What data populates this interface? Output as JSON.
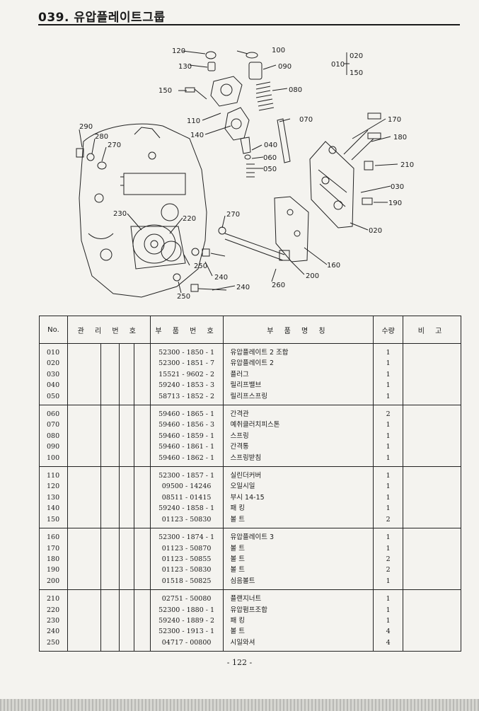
{
  "page": {
    "title": "039. 유압플레이트그룹",
    "page_number": "- 122 -"
  },
  "diagram_labels": {
    "l120": "120",
    "l130": "130",
    "l100": "100",
    "l090": "090",
    "l020a": "020",
    "l010": "010",
    "l150a": "150",
    "l150": "150",
    "l080": "080",
    "l110": "110",
    "l140": "140",
    "l070": "070",
    "l170": "170",
    "l180": "180",
    "l290": "290",
    "l280": "280",
    "l270a": "270",
    "l040": "040",
    "l060": "060",
    "l050": "050",
    "l210": "210",
    "l030": "030",
    "l190": "190",
    "l230": "230",
    "l270b": "270",
    "l220": "220",
    "l020b": "020",
    "l160": "160",
    "l250a": "250",
    "l240a": "240",
    "l200": "200",
    "l260": "260",
    "l240b": "240",
    "l250b": "250"
  },
  "table": {
    "headers": {
      "no": "No.",
      "mgmt": "관 리 번 호",
      "part_no": "부 품 번 호",
      "part_name": "부 품 명 칭",
      "qty": "수량",
      "remark": "비 고"
    },
    "groups": [
      [
        {
          "no": "010",
          "part_no": "52300 - 1850 - 1",
          "name": "유압플레이트 2  조합",
          "qty": "1"
        },
        {
          "no": "020",
          "part_no": "52300 - 1851 - 7",
          "name": "유압플레이트 2",
          "qty": "1"
        },
        {
          "no": "030",
          "part_no": "15521 - 9602 - 2",
          "name": "플러그",
          "qty": "1"
        },
        {
          "no": "040",
          "part_no": "59240 - 1853 - 3",
          "name": "릴리프밸브",
          "qty": "1"
        },
        {
          "no": "050",
          "part_no": "58713 - 1852 - 2",
          "name": "릴리프스프링",
          "qty": "1"
        }
      ],
      [
        {
          "no": "060",
          "part_no": "59460 - 1865 - 1",
          "name": "간격관",
          "qty": "2"
        },
        {
          "no": "070",
          "part_no": "59460 - 1856 - 3",
          "name": "예취클러치피스톤",
          "qty": "1"
        },
        {
          "no": "080",
          "part_no": "59460 - 1859 - 1",
          "name": "스프링",
          "qty": "1"
        },
        {
          "no": "090",
          "part_no": "59460 - 1861 - 1",
          "name": "간격통",
          "qty": "1"
        },
        {
          "no": "100",
          "part_no": "59460 - 1862 - 1",
          "name": "스프링받침",
          "qty": "1"
        }
      ],
      [
        {
          "no": "110",
          "part_no": "52300 - 1857 - 1",
          "name": "실린더커버",
          "qty": "1"
        },
        {
          "no": "120",
          "part_no": "09500 - 14246",
          "name": "오일시일",
          "qty": "1"
        },
        {
          "no": "130",
          "part_no": "08511 - 01415",
          "name": "부시 14-15",
          "qty": "1"
        },
        {
          "no": "140",
          "part_no": "59240 - 1858 - 1",
          "name": "패   킹",
          "qty": "1"
        },
        {
          "no": "150",
          "part_no": "01123 - 50830",
          "name": "볼   트",
          "qty": "2"
        }
      ],
      [
        {
          "no": "160",
          "part_no": "52300 - 1874 - 1",
          "name": "유압플레이트 3",
          "qty": "1"
        },
        {
          "no": "170",
          "part_no": "01123 - 50870",
          "name": "볼   트",
          "qty": "1"
        },
        {
          "no": "180",
          "part_no": "01123 - 50855",
          "name": "볼   트",
          "qty": "2"
        },
        {
          "no": "190",
          "part_no": "01123 - 50830",
          "name": "볼   트",
          "qty": "2"
        },
        {
          "no": "200",
          "part_no": "01518 - 50825",
          "name": "심음볼트",
          "qty": "1"
        }
      ],
      [
        {
          "no": "210",
          "part_no": "02751 - 50080",
          "name": "플랜지너트",
          "qty": "1"
        },
        {
          "no": "220",
          "part_no": "52300 - 1880 - 1",
          "name": "유압펌프조합",
          "qty": "1"
        },
        {
          "no": "230",
          "part_no": "59240 - 1889 - 2",
          "name": "패   킹",
          "qty": "1"
        },
        {
          "no": "240",
          "part_no": "52300 - 1913 - 1",
          "name": "볼   트",
          "qty": "4"
        },
        {
          "no": "250",
          "part_no": "04717 - 00800",
          "name": "시일와셔",
          "qty": "4"
        }
      ]
    ]
  }
}
